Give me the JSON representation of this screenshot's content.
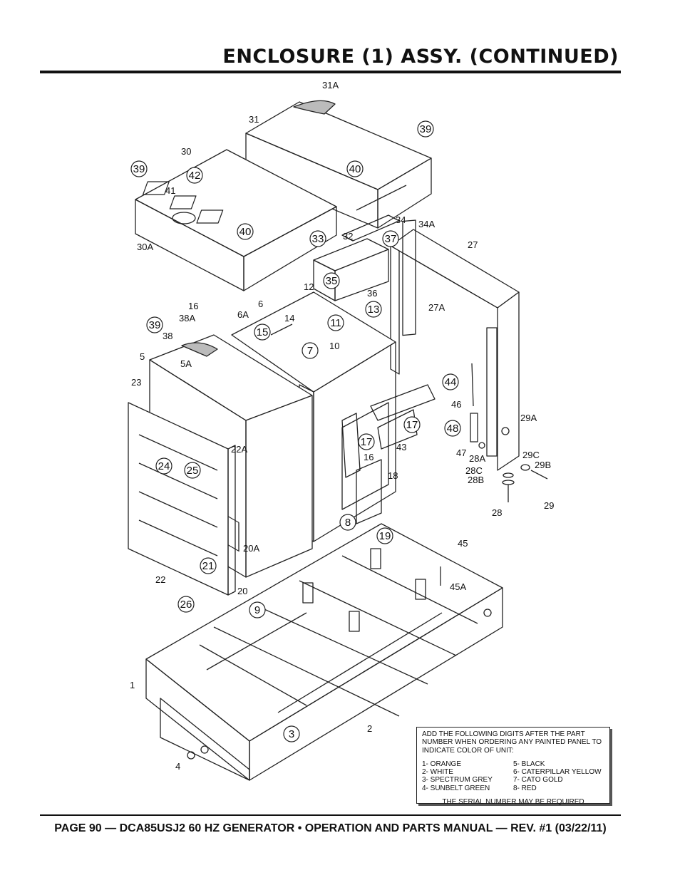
{
  "header": {
    "title": "ENCLOSURE (1) ASSY. (CONTINUED)"
  },
  "footer": {
    "text": "PAGE 90 — DCA85USJ2 60 HZ GENERATOR • OPERATION AND PARTS MANUAL — REV. #1 (03/22/11)"
  },
  "color_note": {
    "intro": "ADD THE FOLLOWING DIGITS AFTER THE PART NUMBER WHEN ORDERING ANY PAINTED PANEL TO INDICATE COLOR OF UNIT:",
    "left": [
      "1- ORANGE",
      "2- WHITE",
      "3- SPECTRUM GREY",
      "4- SUNBELT GREEN"
    ],
    "right": [
      "5- BLACK",
      "6- CATERPILLAR YELLOW",
      "7- CATO GOLD",
      "8- RED"
    ],
    "serial": "THE SERIAL NUMBER MAY BE REQUIRED"
  },
  "labels": {
    "plain": {
      "l31A": "31A",
      "l31": "31",
      "l30": "30",
      "l41": "41",
      "l30A": "30A",
      "l34": "34",
      "l34A": "34A",
      "l32": "32",
      "l27": "27",
      "l36": "36",
      "l27A": "27A",
      "l12": "12",
      "l16a": "16",
      "l6": "6",
      "l6A": "6A",
      "l38A": "38A",
      "l14": "14",
      "l10": "10",
      "l38": "38",
      "l5": "5",
      "l5A": "5A",
      "l23": "23",
      "l22A": "22A",
      "l46": "46",
      "l43": "43",
      "l16b": "16",
      "l18": "18",
      "l47": "47",
      "l28A": "28A",
      "l28C": "28C",
      "l28B": "28B",
      "l28": "28",
      "l29A": "29A",
      "l29C": "29C",
      "l29B": "29B",
      "l29": "29",
      "l20A": "20A",
      "l22": "22",
      "l20": "20",
      "l45": "45",
      "l45A": "45A",
      "l1": "1",
      "l2": "2",
      "l4": "4"
    },
    "circled": {
      "c39a": "39",
      "c42": "42",
      "c40a": "40",
      "c39b": "39",
      "c40b": "40",
      "c33": "33",
      "c37": "37",
      "c35": "35",
      "c13": "13",
      "c11": "11",
      "c15": "15",
      "c7": "7",
      "c39c": "39",
      "c44": "44",
      "c17a": "17",
      "c17b": "17",
      "c48": "48",
      "c24": "24",
      "c25": "25",
      "c8": "8",
      "c19": "19",
      "c21": "21",
      "c26": "26",
      "c9": "9",
      "c3": "3"
    }
  }
}
